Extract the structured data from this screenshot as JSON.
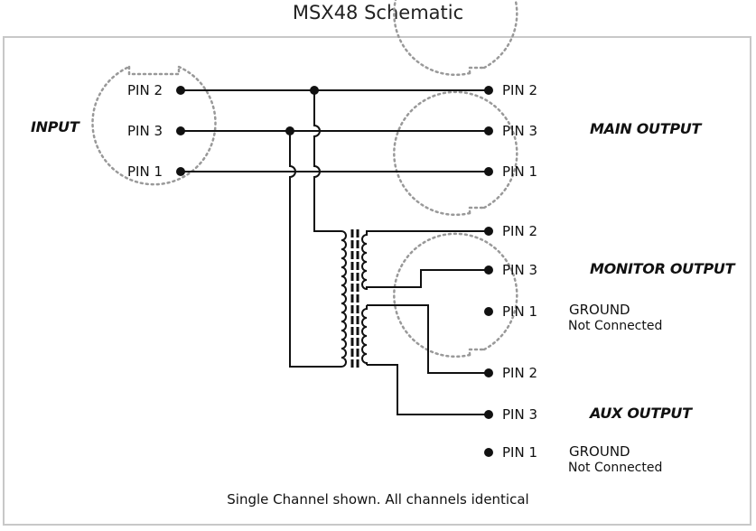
{
  "title": "MSX48 Schematic",
  "input": {
    "label": "INPUT",
    "pins": [
      "PIN 2",
      "PIN 3",
      "PIN 1"
    ]
  },
  "main_output": {
    "label": "MAIN OUTPUT",
    "pins": [
      "PIN 2",
      "PIN 3",
      "PIN 1"
    ]
  },
  "monitor_output": {
    "label": "MONITOR OUTPUT",
    "pins": [
      "PIN 2",
      "PIN 3",
      "PIN 1"
    ],
    "pin1_note": "GROUND",
    "pin1_note2": "Not Connected"
  },
  "aux_output": {
    "label": "AUX OUTPUT",
    "pins": [
      "PIN 2",
      "PIN 3",
      "PIN 1"
    ],
    "pin1_note": "GROUND",
    "pin1_note2": "Not Connected"
  },
  "caption": "Single Channel shown. All channels identical"
}
